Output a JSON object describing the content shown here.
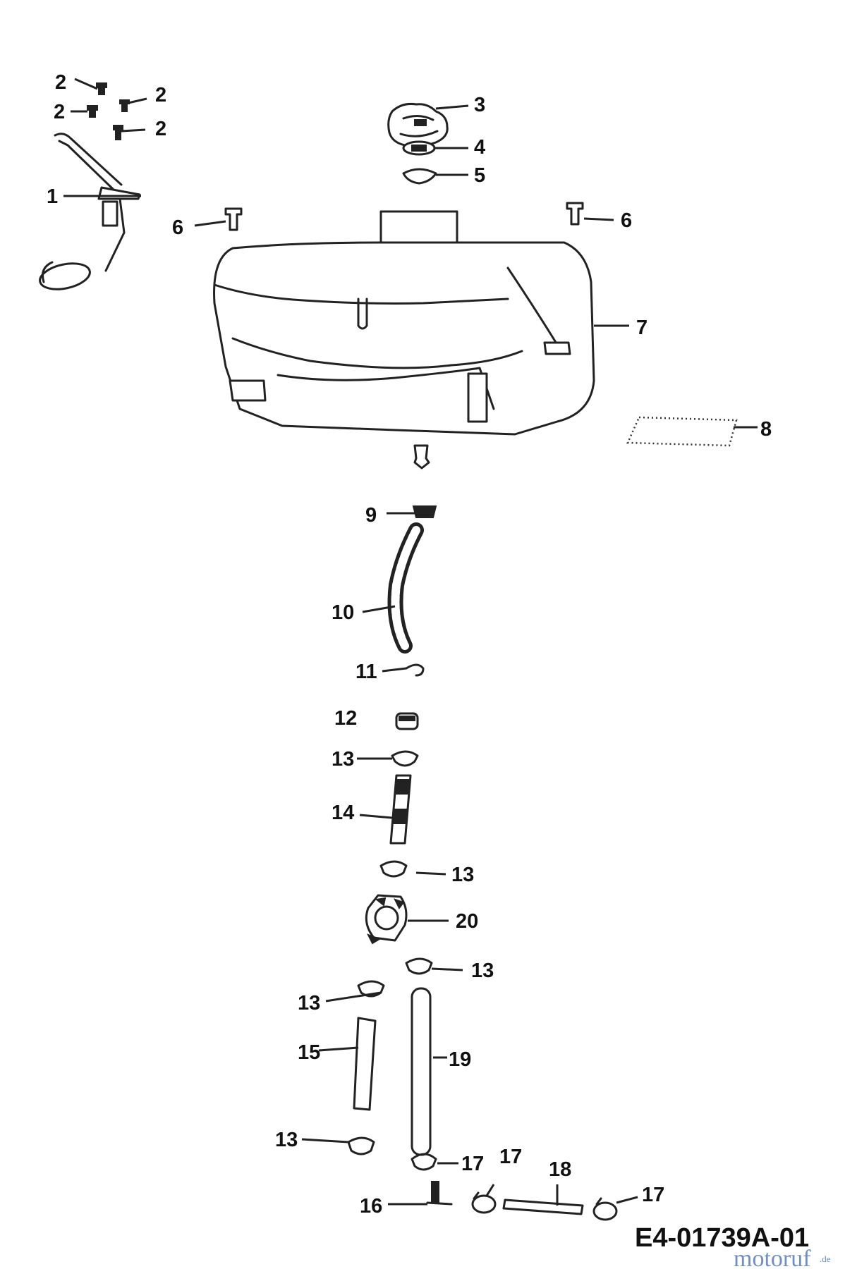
{
  "callouts": [
    "1",
    "2",
    "3",
    "4",
    "5",
    "6",
    "7",
    "8",
    "9",
    "10",
    "11",
    "12",
    "13",
    "14",
    "15",
    "16",
    "17",
    "18",
    "19",
    "20"
  ],
  "drawing_code": "E4-01739A-01",
  "watermark": {
    "brand": "motoruf",
    "suffix": ".de",
    "color": "#6f8fc4"
  }
}
